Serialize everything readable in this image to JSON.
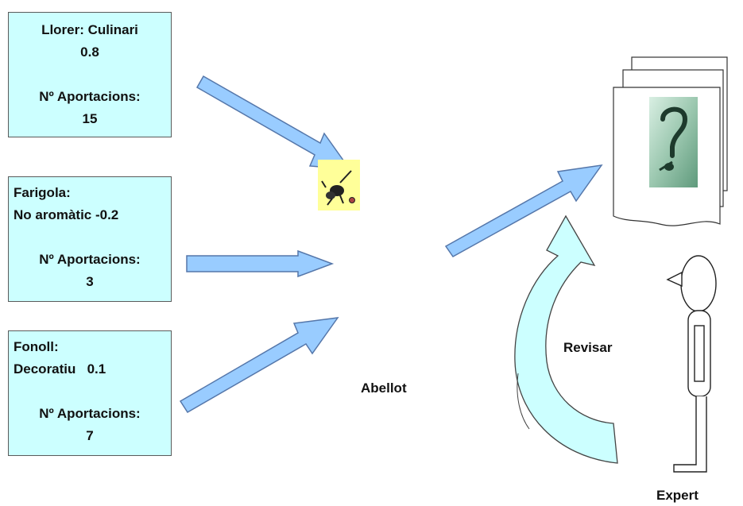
{
  "boxes": [
    {
      "line1": "Llorer: Culinari",
      "line2": "0.8",
      "line3": "Nº Aportacions:",
      "line4": "15"
    },
    {
      "line1": "Farigola:",
      "line2": "No aromàtic -0.2",
      "line3": "Nº Aportacions:",
      "line4": "3"
    },
    {
      "line1": "Fonoll:",
      "line2": "Decoratiu   0.1",
      "line3": "Nº Aportacions:",
      "line4": "7"
    }
  ],
  "labels": {
    "abellot": "Abellot",
    "revisar": "Revisar",
    "expert": "Expert"
  },
  "icons": {
    "bee": "bee-icon",
    "document": "question-document-icon",
    "person": "stick-figure-icon",
    "cycle": "curved-arrow-icon"
  },
  "colors": {
    "box_fill": "#ccffff",
    "arrow_fill": "#99ccff",
    "curved_arrow_fill": "#ccffff",
    "bee_background": "#ffff99"
  }
}
